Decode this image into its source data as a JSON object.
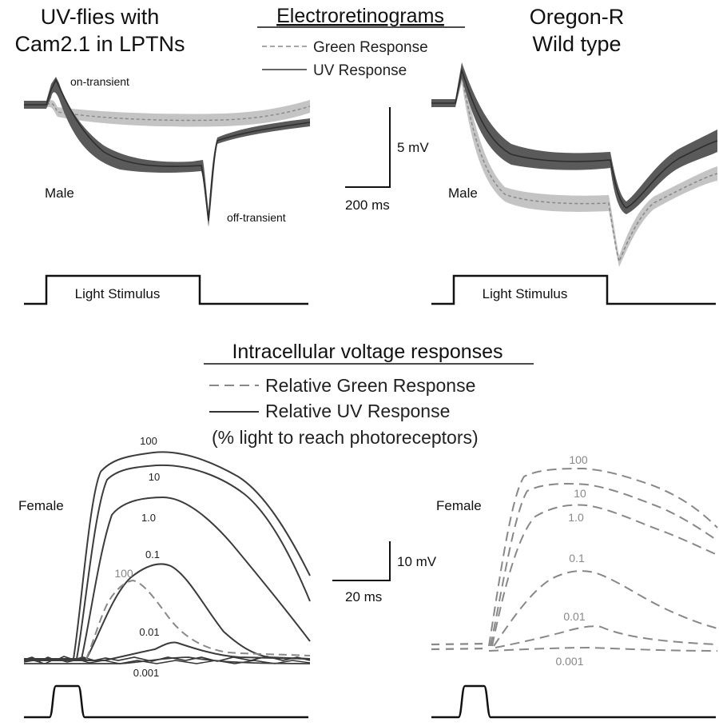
{
  "panels": {
    "top_left": {
      "title_line1": "UV-flies with",
      "title_line2": "Cam2.1 in LPTNs",
      "on_transient_label": "on-transient",
      "off_transient_label": "off-transient",
      "sex_label": "Male",
      "stimulus_label": "Light Stimulus"
    },
    "top_center": {
      "heading": "Electroretinograms",
      "legend_green": "Green Response",
      "legend_uv": "UV Response",
      "scale_y": "5 mV",
      "scale_x": "200 ms"
    },
    "top_right": {
      "title_line1": "Oregon-R",
      "title_line2": "Wild type",
      "sex_label": "Male",
      "stimulus_label": "Light Stimulus"
    },
    "bottom_center": {
      "heading": "Intracellular voltage responses",
      "legend_green": "Relative Green Response",
      "legend_uv": "Relative UV Response",
      "legend_note": "(% light to reach photoreceptors)",
      "scale_y": "10 mV",
      "scale_x": "20 ms"
    },
    "bottom_left": {
      "sex_label": "Female",
      "uv_intensities": [
        "100",
        "10",
        "1.0",
        "0.1",
        "0.01",
        "0.001"
      ],
      "green_intensity": "100"
    },
    "bottom_right": {
      "sex_label": "Female",
      "green_intensities": [
        "100",
        "10",
        "1.0",
        "0.1",
        "0.01",
        "0.001"
      ]
    }
  },
  "colors": {
    "uv_trace": "#3c3c3c",
    "uv_band": "#5a5a5a",
    "green_trace": "#888888",
    "green_band": "#c4c4c4",
    "stimulus": "#111111"
  }
}
